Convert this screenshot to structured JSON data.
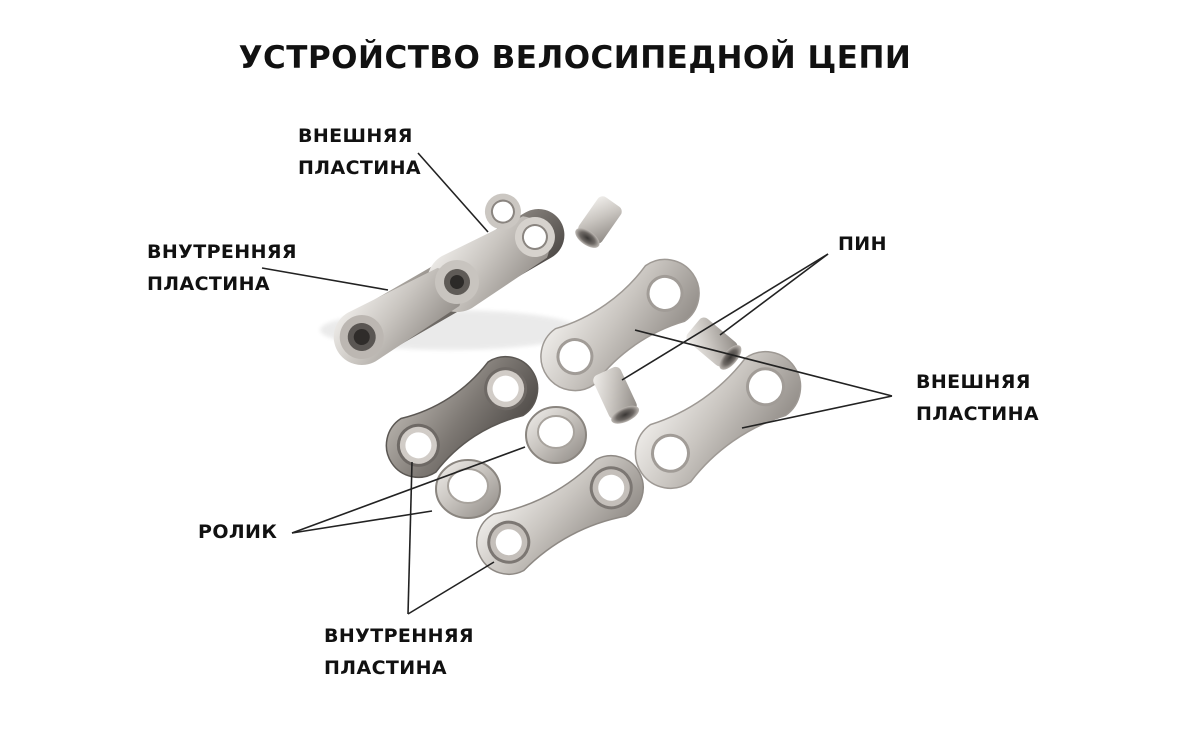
{
  "title": "УСТРОЙСТВО ВЕЛОСИПЕДНОЙ ЦЕПИ",
  "labels": {
    "outer_plate_top": {
      "line1": "ВНЕШНЯЯ",
      "line2": "ПЛАСТИНА"
    },
    "inner_plate_left": {
      "line1": "ВНУТРЕННЯЯ",
      "line2": "ПЛАСТИНА"
    },
    "pin": {
      "line1": "ПИН"
    },
    "outer_plate_right": {
      "line1": "ВНЕШНЯЯ",
      "line2": "ПЛАСТИНА"
    },
    "roller": {
      "line1": "РОЛИК"
    },
    "inner_plate_bottom": {
      "line1": "ВНУТРЕННЯЯ",
      "line2": "ПЛАСТИНА"
    }
  },
  "colors": {
    "text": "#111111",
    "leader_line": "#222222",
    "metal_light": "#d9d6d2",
    "metal_dark": "#6e6a66"
  }
}
